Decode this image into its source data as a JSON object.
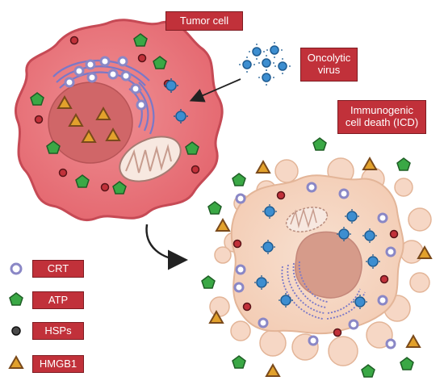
{
  "labels": {
    "tumor_cell": "Tumor cell",
    "oncolytic_virus": "Oncolytic\nvirus",
    "icd": "Immunogenic\ncell death (ICD)"
  },
  "legend": [
    {
      "label": "CRT",
      "icon": "crt-ring-icon"
    },
    {
      "label": "ATP",
      "icon": "atp-pentagon-icon"
    },
    {
      "label": "HSPs",
      "icon": "hsp-dot-icon"
    },
    {
      "label": "HMGB1",
      "icon": "hmgb1-triangle-icon"
    }
  ],
  "colors": {
    "tumor_cytoplasm": "#e8777d",
    "tumor_outline": "#c64a55",
    "nucleus": "#d06668",
    "dying_cell": "#f6d7c5",
    "dying_outline": "#e3b598",
    "er": "#7a78c8",
    "crt": "#8f8cc9",
    "atp": "#3aa845",
    "hsp": "#c1313a",
    "hmgb1": "#e2a12c",
    "virus": "#3d8ed0",
    "label_bg": "#c1313a"
  }
}
